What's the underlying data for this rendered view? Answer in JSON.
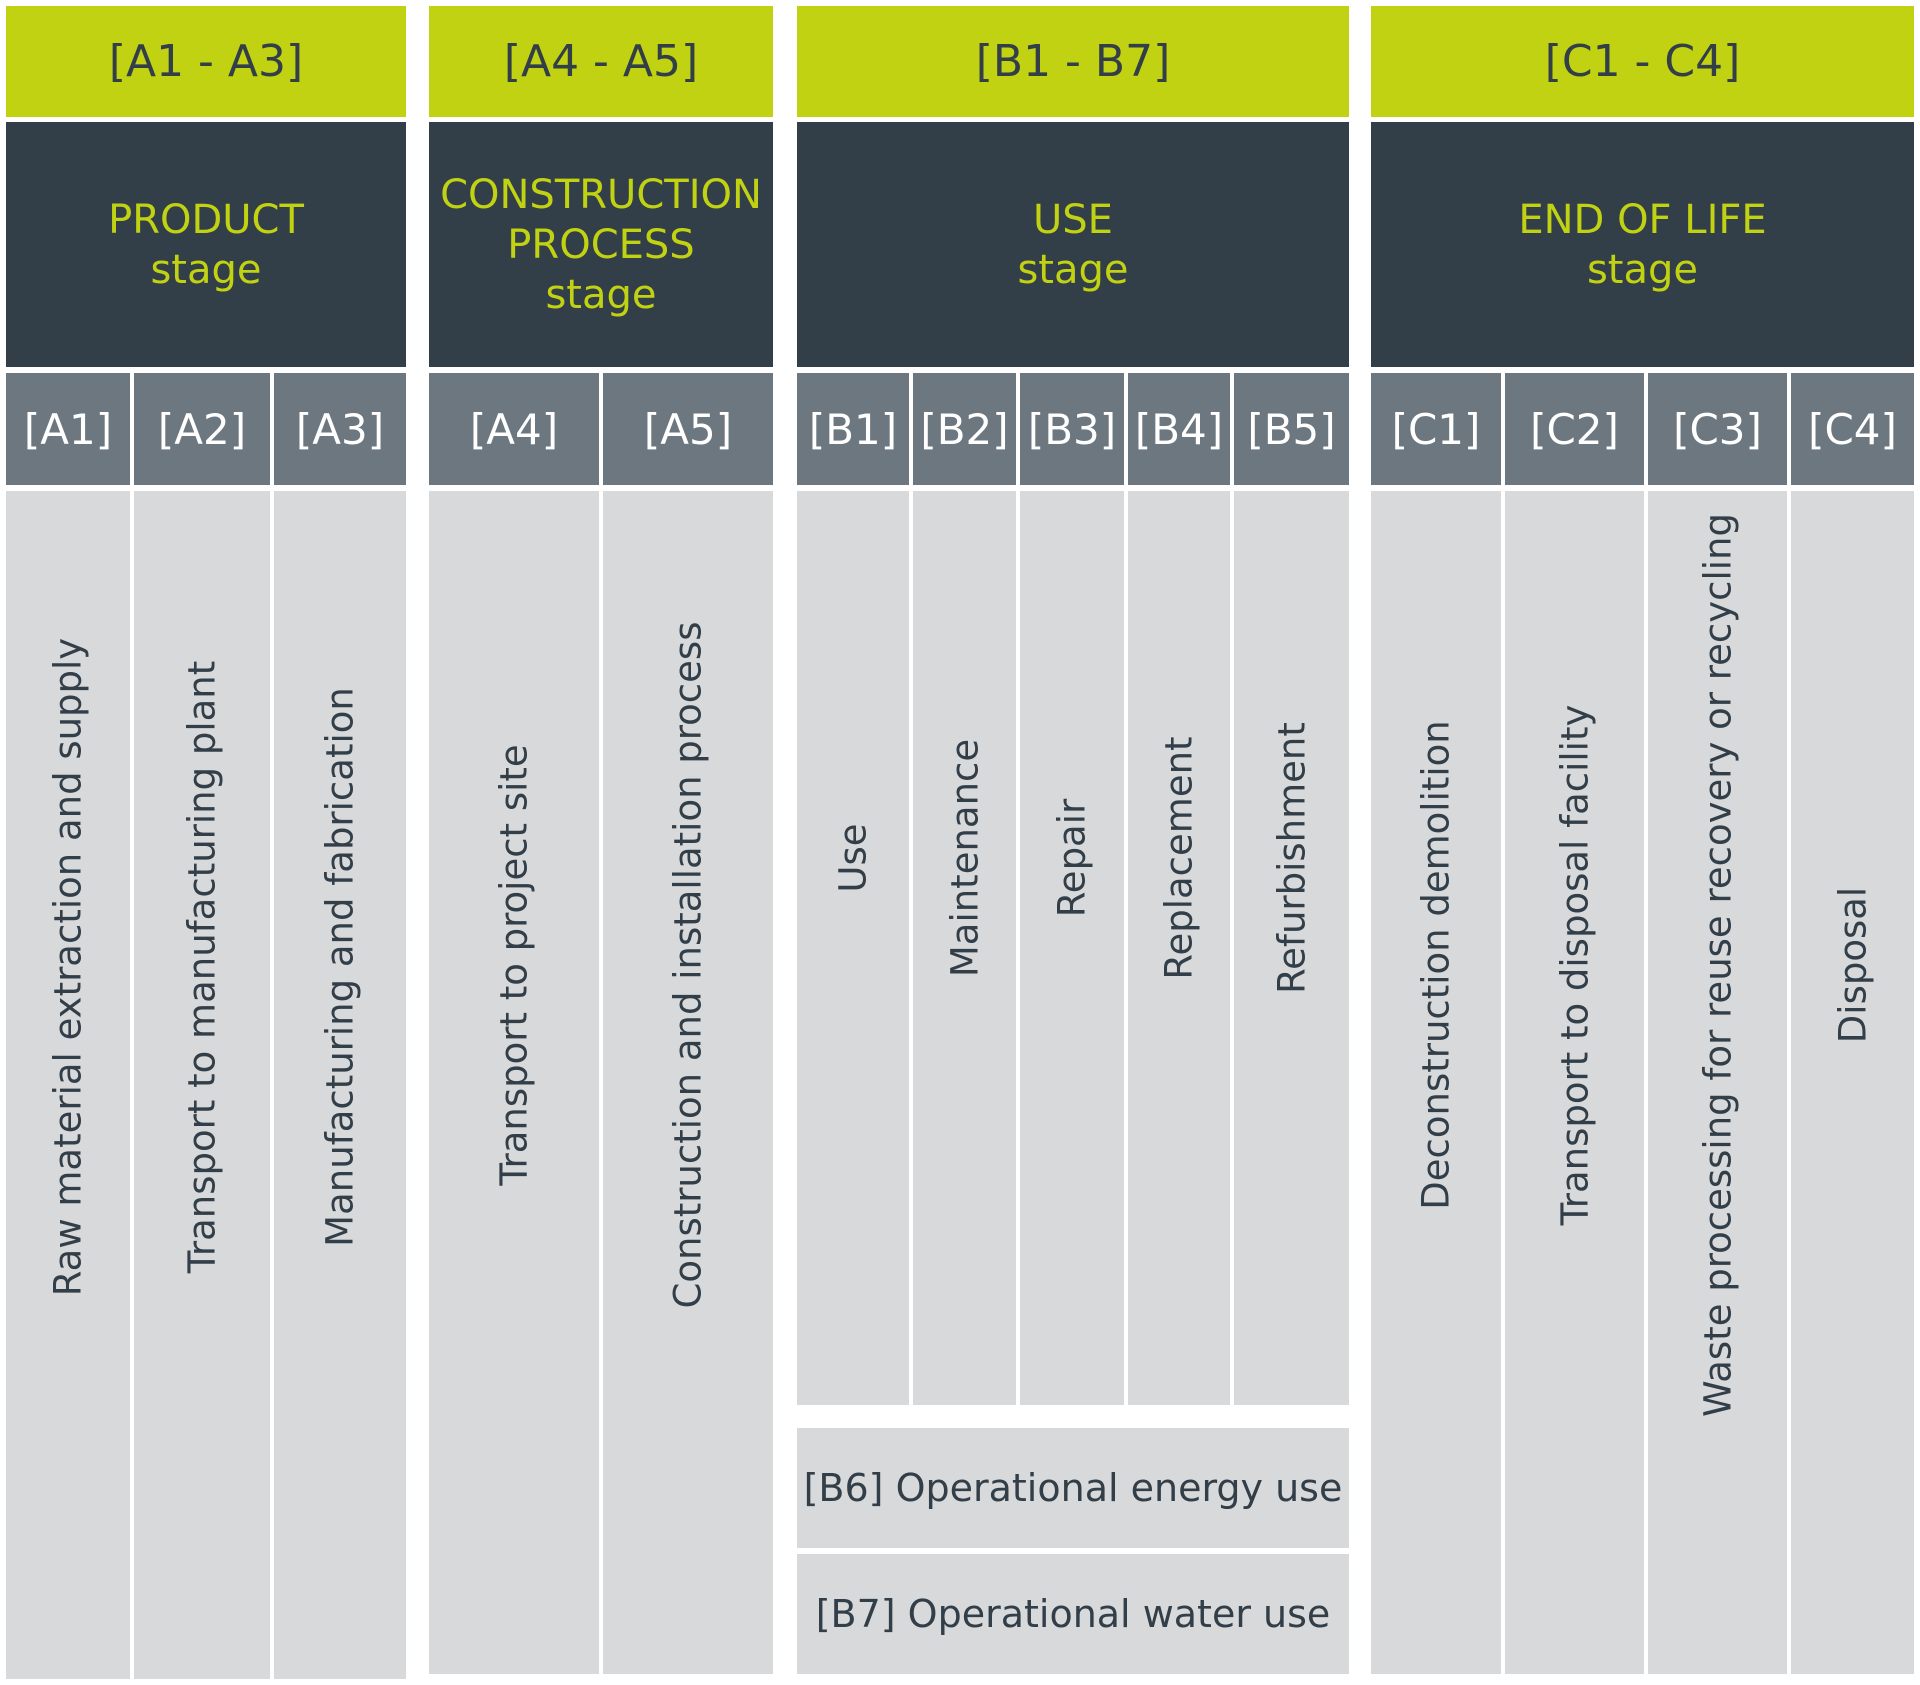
{
  "groups": [
    {
      "code": "[A1 - A3]",
      "stage_lines": [
        "PRODUCT",
        "stage"
      ],
      "modules": [
        {
          "code": "[A1]",
          "label": "Raw material extraction and supply"
        },
        {
          "code": "[A2]",
          "label": "Transport to manufacturing plant"
        },
        {
          "code": "[A3]",
          "label": "Manufacturing and fabrication"
        }
      ]
    },
    {
      "code": "[A4 - A5]",
      "stage_lines": [
        "CONSTRUCTION",
        "PROCESS",
        "stage"
      ],
      "modules": [
        {
          "code": "[A4]",
          "label": "Transport to project site"
        },
        {
          "code": "[A5]",
          "label": "Construction and installation process"
        }
      ]
    },
    {
      "code": "[B1 - B7]",
      "stage_lines": [
        "USE",
        "stage"
      ],
      "modules": [
        {
          "code": "[B1]",
          "label": "Use"
        },
        {
          "code": "[B2]",
          "label": "Maintenance"
        },
        {
          "code": "[B3]",
          "label": "Repair"
        },
        {
          "code": "[B4]",
          "label": "Replacement"
        },
        {
          "code": "[B5]",
          "label": "Refurbishment"
        }
      ],
      "operational": [
        "[B6] Operational energy use",
        "[B7] Operational water use"
      ]
    },
    {
      "code": "[C1 - C4]",
      "stage_lines": [
        "END OF LIFE",
        "stage"
      ],
      "modules": [
        {
          "code": "[C1]",
          "label": "Deconstruction demolition"
        },
        {
          "code": "[C2]",
          "label": "Transport to disposal facility"
        },
        {
          "code": "[C3]",
          "label": "Waste processing for reuse recovery or recycling"
        },
        {
          "code": "[C4]",
          "label": "Disposal"
        }
      ]
    }
  ],
  "colors": {
    "code_band": "#c1d212",
    "stage_band": "#323e48",
    "stage_text": "#c1d212",
    "module_code": "#6d7780",
    "module_desc": "#d8d9db",
    "desc_text": "#323e48"
  }
}
